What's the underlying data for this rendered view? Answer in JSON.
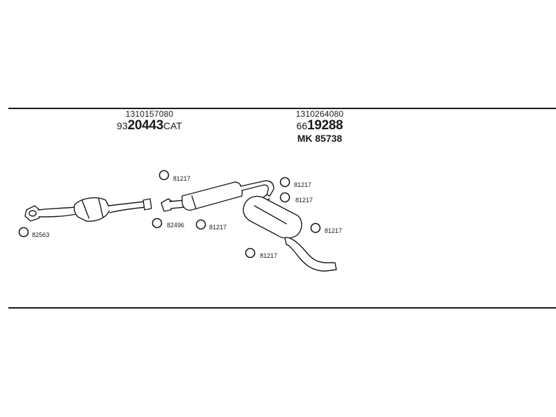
{
  "groups": [
    {
      "part_number": "1310157080",
      "code_prefix": "93",
      "code_main": "20443",
      "code_suffix": "CAT"
    },
    {
      "part_number": "1310264080",
      "code_prefix": "66",
      "code_main": "19288",
      "code_suffix": "",
      "mk": "MK 85738"
    }
  ],
  "callouts": [
    {
      "id": "front-pipe-gasket",
      "label": "82563"
    },
    {
      "id": "catalyst-clamp",
      "label": "82496"
    },
    {
      "id": "mid-front-ring",
      "label": "81217"
    },
    {
      "id": "mid-lower-ring",
      "label": "81217"
    },
    {
      "id": "rear-ring-1",
      "label": "81217"
    },
    {
      "id": "rear-ring-2",
      "label": "81217"
    },
    {
      "id": "rear-ring-3",
      "label": "81217"
    },
    {
      "id": "tail-ring",
      "label": "81217"
    }
  ]
}
